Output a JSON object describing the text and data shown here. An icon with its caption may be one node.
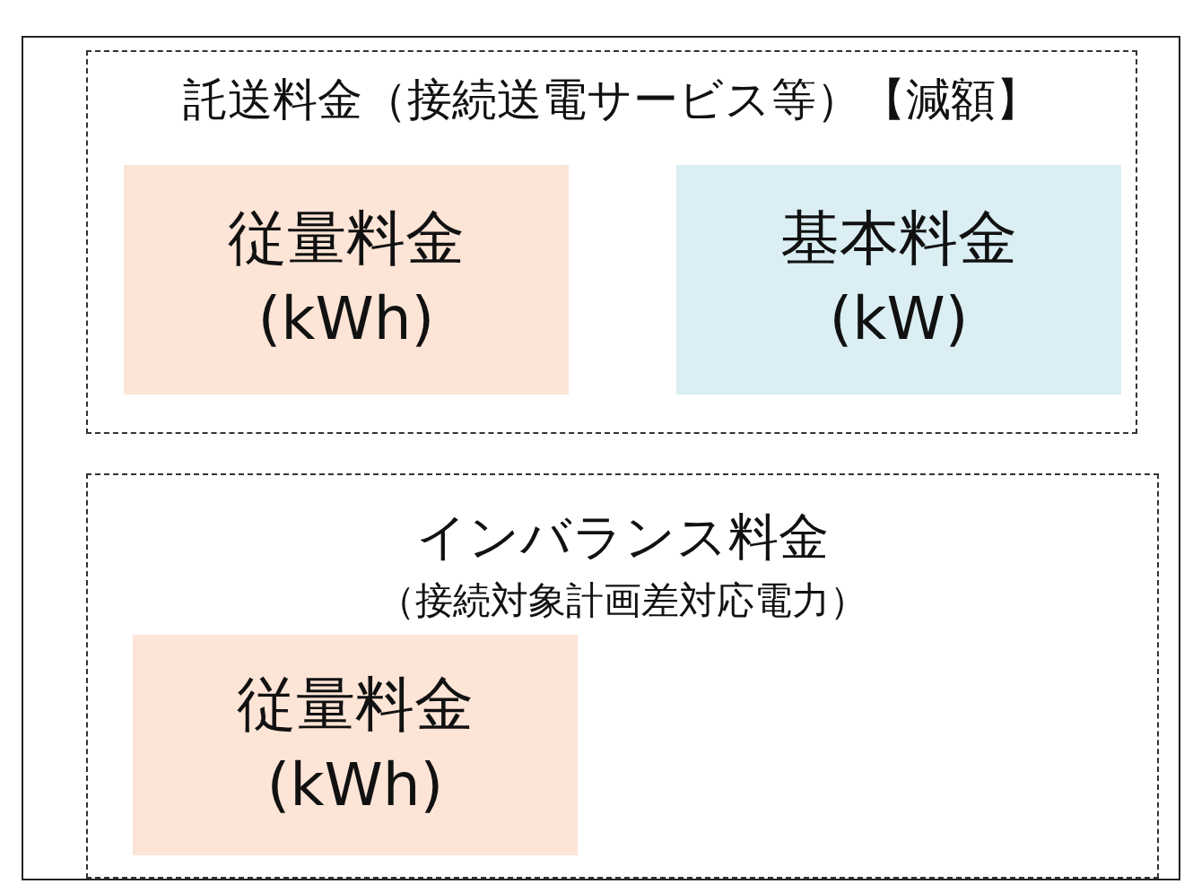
{
  "diagram": {
    "nodes": [
      {
        "text": [],
        "shape": "box"
      },
      {
        "text": [
          "託送料金（接続送電サービス等）【減額】"
        ],
        "in": 0
      },
      {
        "text": [
          "従量料金 (kWh)"
        ],
        "in": 1
      },
      {
        "text": [
          "基本料金 (kW)"
        ],
        "in": 1
      },
      {
        "text": [
          "インバランス料金",
          "（接続対象計画差対応電力）"
        ],
        "in": 0
      },
      {
        "text": [
          "従量料金 (kWh)"
        ],
        "in": 4
      }
    ]
  }
}
